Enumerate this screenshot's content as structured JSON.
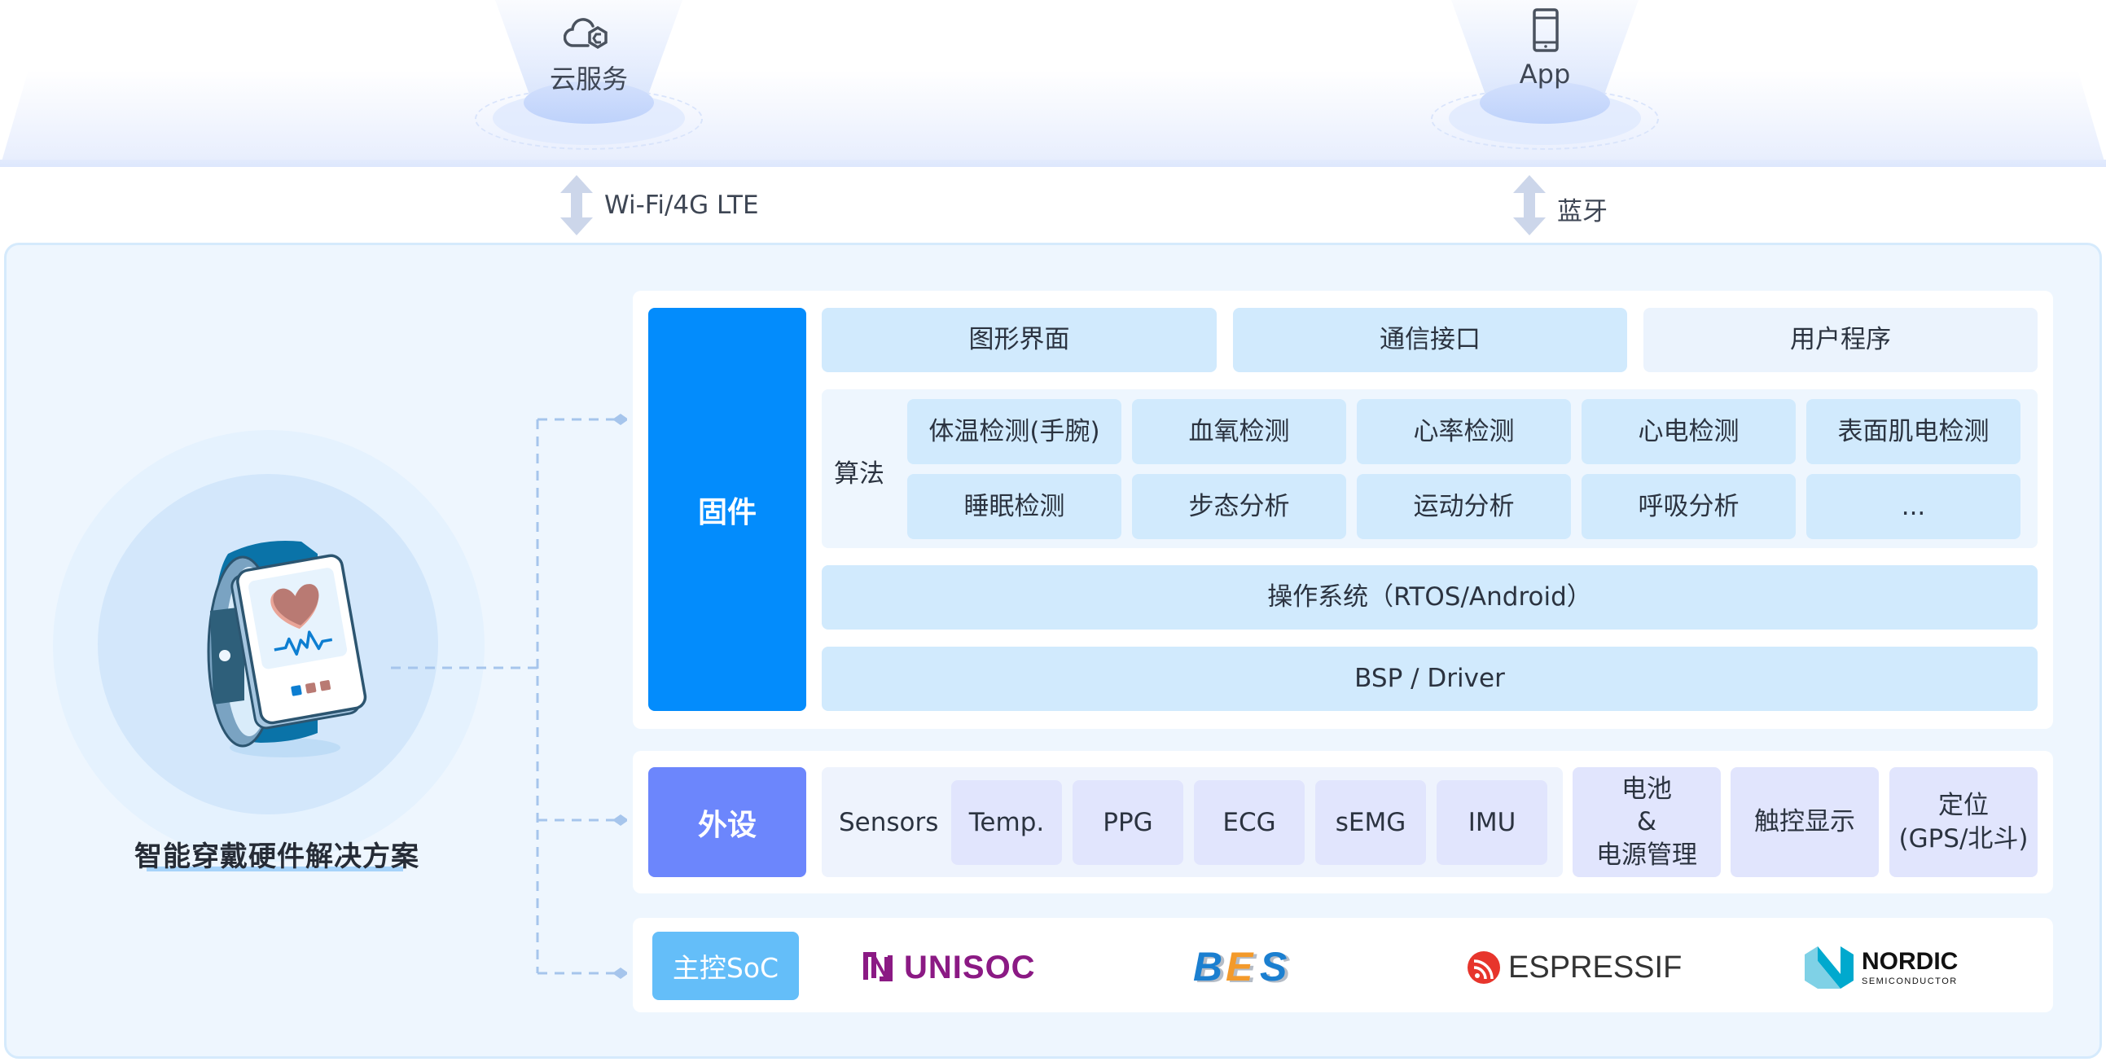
{
  "top": {
    "cloud": {
      "label": "云服务",
      "icon": "cloud-service-icon"
    },
    "app": {
      "label": "App",
      "icon": "smartphone-icon"
    },
    "links": [
      {
        "label": "Wi-Fi/4G LTE",
        "icon": "bidirectional-arrow-icon"
      },
      {
        "label": "蓝牙",
        "icon": "bidirectional-arrow-icon"
      }
    ]
  },
  "solution": {
    "title": "智能穿戴硬件解决方案",
    "illustration": "smartwatch-heart-rate-icon"
  },
  "firmware": {
    "tag": "固件",
    "top_row": [
      {
        "label": "图形界面"
      },
      {
        "label": "通信接口"
      },
      {
        "label": "用户程序"
      }
    ],
    "algorithms": {
      "label": "算法",
      "items": [
        "体温检测(手腕)",
        "血氧检测",
        "心率检测",
        "心电检测",
        "表面肌电检测",
        "睡眠检测",
        "步态分析",
        "运动分析",
        "呼吸分析",
        "..."
      ]
    },
    "os": "操作系统（RTOS/Android）",
    "bsp": "BSP / Driver"
  },
  "peripherals": {
    "tag": "外设",
    "sensors_label": "Sensors",
    "sensors": [
      "Temp.",
      "PPG",
      "ECG",
      "sEMG",
      "IMU"
    ],
    "others": [
      {
        "lines": [
          "电池",
          "&",
          "电源管理"
        ]
      },
      {
        "lines": [
          "触控显示"
        ]
      },
      {
        "lines": [
          "定位",
          "(GPS/北斗)"
        ]
      }
    ]
  },
  "soc": {
    "tag": "主控SoC",
    "vendors": [
      {
        "name": "UNISOC",
        "color": "#8b1a84"
      },
      {
        "name": "BES",
        "colors": [
          "#1b7fd0",
          "#f39a2b"
        ]
      },
      {
        "name": "ESPRESSIF",
        "color": "#e7352c",
        "text_color": "#333333"
      },
      {
        "name": "NORDIC",
        "sub": "SEMICONDUCTOR",
        "color": "#00a9ce"
      }
    ]
  },
  "colors": {
    "firmware_tag": "#038cfc",
    "peripheral_tag": "#6c86fc",
    "soc_tag": "#64bef9",
    "tile": "#d1eafd",
    "peripheral_tile": "#e1e5fd",
    "container_bg": "#eef6fe"
  }
}
